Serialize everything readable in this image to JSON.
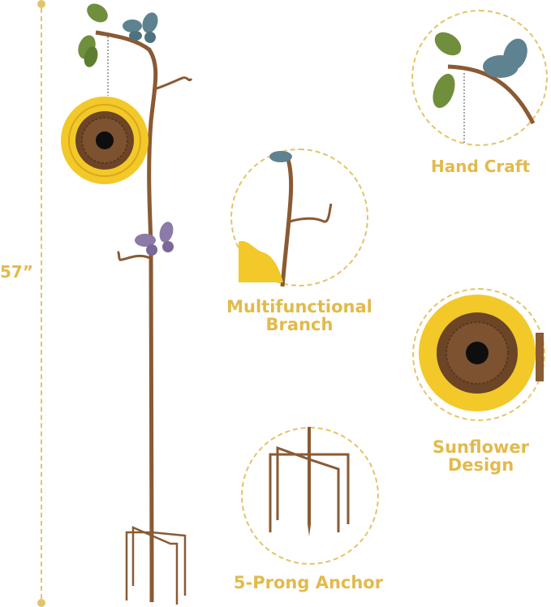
{
  "dimension": {
    "height_label": "57”"
  },
  "features": [
    {
      "id": "hand-craft",
      "label": "Hand Craft"
    },
    {
      "id": "multifunctional-branch",
      "label_line1": "Multifunctional",
      "label_line2": "Branch"
    },
    {
      "id": "sunflower-design",
      "label_line1": "Sunflower",
      "label_line2": "Design"
    },
    {
      "id": "five-prong-anchor",
      "label": "5-Prong Anchor"
    }
  ],
  "colors": {
    "accent_gold": "#e2ba4c",
    "dashed_circle": "#e3c46a",
    "rust_brown": "#8a5a33",
    "petal_yellow": "#f2c928",
    "leaf_green": "#6f8f3c",
    "butterfly_blue": "#5e8290",
    "butterfly_purple": "#8c7aa8"
  }
}
